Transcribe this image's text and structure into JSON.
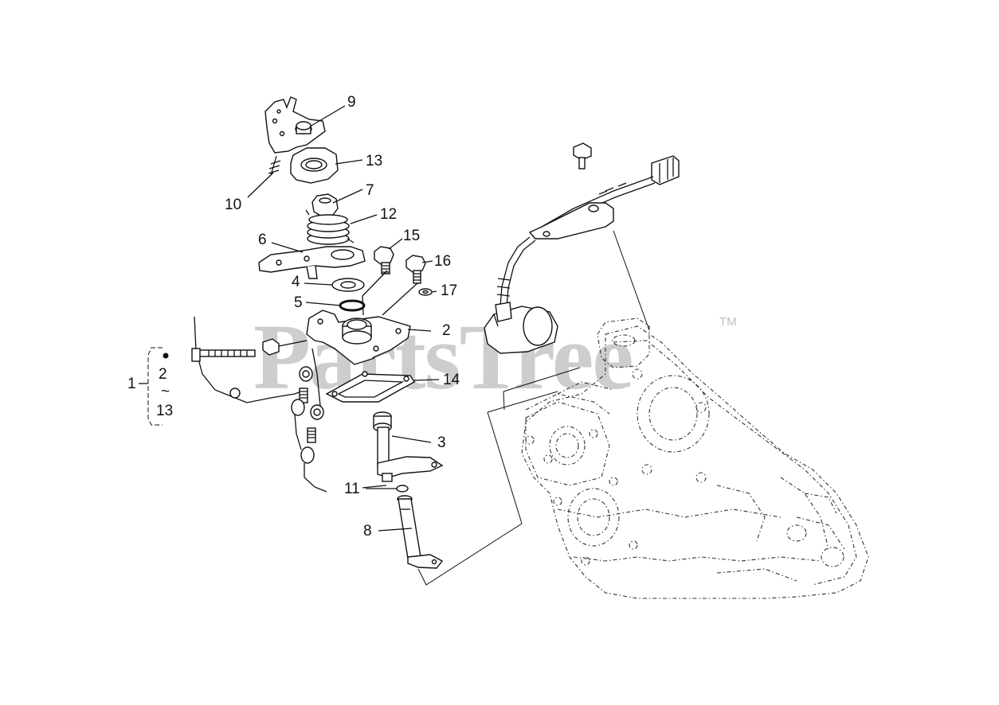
{
  "watermark": {
    "text": "PartsTree",
    "trademark": "TM"
  },
  "callouts": {
    "c1": "1",
    "c2a": "2",
    "c2b": "2",
    "c3": "3",
    "c4": "4",
    "c5": "5",
    "c6": "6",
    "c7": "7",
    "c8": "8",
    "c9": "9",
    "c10": "10",
    "c11": "11",
    "c12": "12",
    "c13a": "13",
    "c13b": "13",
    "c14": "14",
    "c15": "15",
    "c16": "16",
    "c17": "17",
    "range_sep": "~"
  }
}
